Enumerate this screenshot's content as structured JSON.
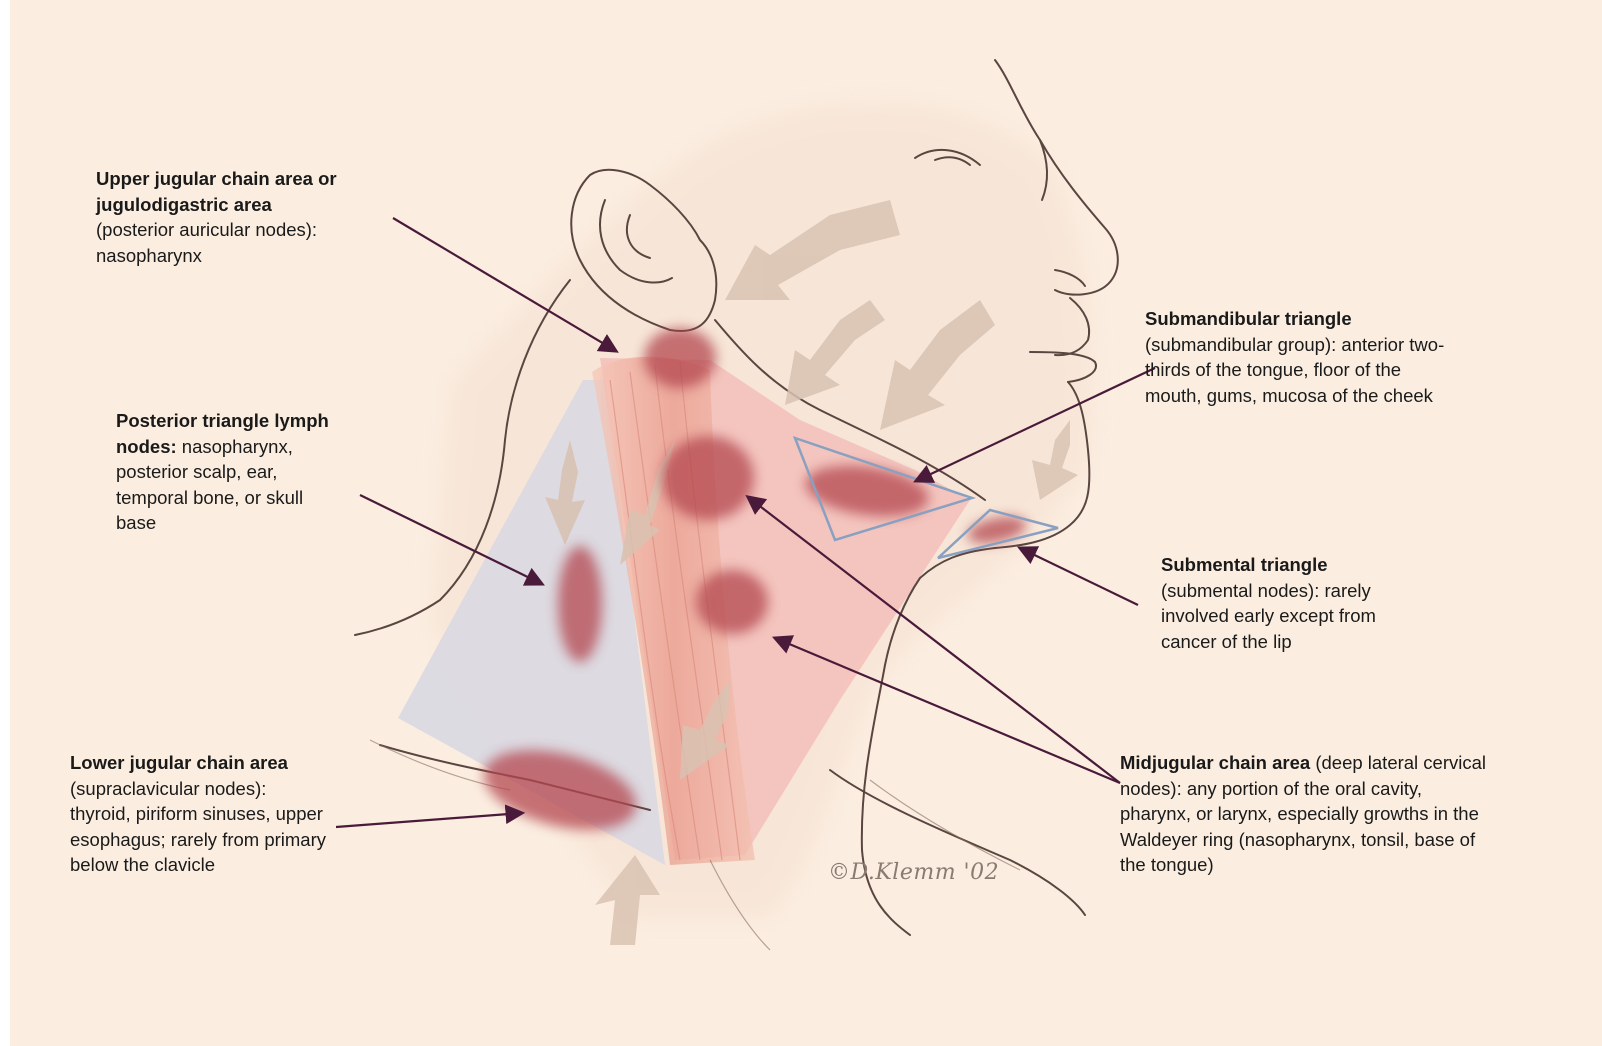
{
  "labels": {
    "upper_jugular": {
      "title_line1": "Upper jugular chain area or",
      "title_line2": "jugulodigastric area",
      "body_line1": "(posterior auricular nodes):",
      "body_line2": "nasopharynx"
    },
    "posterior_triangle": {
      "title_line1": "Posterior triangle lymph",
      "title_line2": "nodes:",
      "body_line2_rest": " nasopharynx,",
      "body_line3": "posterior scalp, ear,",
      "body_line4": "temporal bone, or skull",
      "body_line5": "base"
    },
    "lower_jugular": {
      "title_line1": "Lower jugular chain area",
      "body_line1": "(supraclavicular nodes):",
      "body_line2": "thyroid, piriform sinuses, upper",
      "body_line3": "esophagus; rarely from primary",
      "body_line4": "below the clavicle"
    },
    "submandibular": {
      "title_line1": "Submandibular triangle",
      "body_line1": "(submandibular group): anterior two-",
      "body_line2": "thirds of the tongue, floor of the",
      "body_line3": "mouth, gums, mucosa of the cheek"
    },
    "submental": {
      "title_line1": "Submental triangle",
      "body_line1": "(submental nodes): rarely",
      "body_line2": "involved early except from",
      "body_line3": "cancer of the lip"
    },
    "midjugular": {
      "title_line1": "Midjugular chain area",
      "body_line1_rest": " (deep lateral cervical",
      "body_line2": "nodes): any portion of the oral cavity,",
      "body_line3": "pharynx, or larynx, especially growths in the",
      "body_line4": "Waldeyer ring (nasopharynx, tonsil, base of",
      "body_line5": "the tongue)"
    }
  },
  "signature": "©D.Klemm '02",
  "colors": {
    "background": "#fbeee1",
    "arrow": "#4a1a3a",
    "node_fill": "#b4464f",
    "triangle_outline": "#8aa0c0",
    "posterior_region": "#d6d6e0",
    "anterior_region": "#f0a8a8",
    "skin_line": "#5a4640"
  }
}
